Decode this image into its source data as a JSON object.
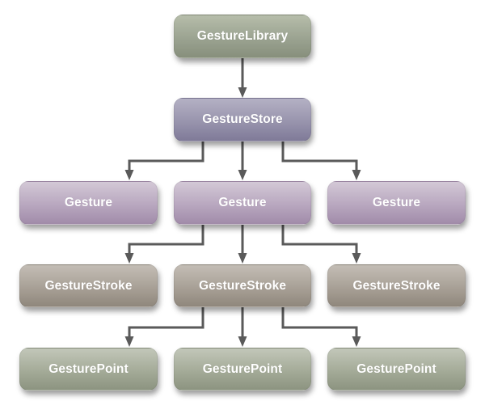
{
  "diagram": {
    "type": "hierarchy",
    "connector_color": "#5a5a5a",
    "text_color": "#ffffff",
    "levels": [
      {
        "name": "library",
        "color": "#9ba391",
        "nodes": [
          {
            "id": "library",
            "label": "GestureLibrary"
          }
        ]
      },
      {
        "name": "store",
        "color": "#9894ad",
        "nodes": [
          {
            "id": "store",
            "label": "GestureStore"
          }
        ]
      },
      {
        "name": "gestures",
        "color": "#b8a7bf",
        "nodes": [
          {
            "id": "gesture-1",
            "label": "Gesture"
          },
          {
            "id": "gesture-2",
            "label": "Gesture"
          },
          {
            "id": "gesture-3",
            "label": "Gesture"
          }
        ]
      },
      {
        "name": "strokes",
        "color": "#a8a096",
        "nodes": [
          {
            "id": "stroke-1",
            "label": "GestureStroke"
          },
          {
            "id": "stroke-2",
            "label": "GestureStroke"
          },
          {
            "id": "stroke-3",
            "label": "GestureStroke"
          }
        ]
      },
      {
        "name": "points",
        "color": "#a4ab98",
        "nodes": [
          {
            "id": "point-1",
            "label": "GesturePoint"
          },
          {
            "id": "point-2",
            "label": "GesturePoint"
          },
          {
            "id": "point-3",
            "label": "GesturePoint"
          }
        ]
      }
    ],
    "edges": [
      {
        "from": "library",
        "to": "store"
      },
      {
        "from": "store",
        "to": "gesture-1"
      },
      {
        "from": "store",
        "to": "gesture-2"
      },
      {
        "from": "store",
        "to": "gesture-3"
      },
      {
        "from": "gesture-2",
        "to": "stroke-1"
      },
      {
        "from": "gesture-2",
        "to": "stroke-2"
      },
      {
        "from": "gesture-2",
        "to": "stroke-3"
      },
      {
        "from": "stroke-2",
        "to": "point-1"
      },
      {
        "from": "stroke-2",
        "to": "point-2"
      },
      {
        "from": "stroke-2",
        "to": "point-3"
      }
    ]
  }
}
